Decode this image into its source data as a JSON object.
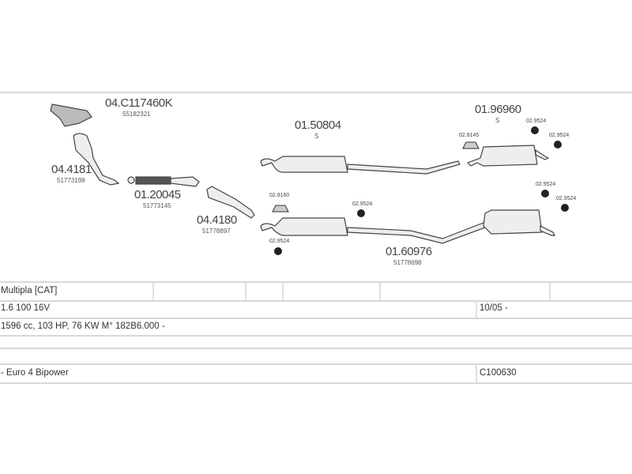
{
  "parts": {
    "manifold": {
      "code": "04.C117460K",
      "oe": "55182321"
    },
    "front_pipe": {
      "code": "04.4181",
      "oe": "51773199"
    },
    "flex_pipe": {
      "code": "01.20045",
      "oe": "51773145"
    },
    "catalyst": {
      "code": "04.4180",
      "oe": "51778897"
    },
    "center_silencer": {
      "code": "01.50804",
      "oe": "S"
    },
    "rear_silencer": {
      "code": "01.96960",
      "oe": "S"
    },
    "full_rear": {
      "code": "01.60976",
      "oe": "51778698"
    }
  },
  "fittings": {
    "clamp_8145": "02.8145",
    "clamp_8160": "02.8160",
    "mount": "02.9524"
  },
  "table": {
    "model": "Multipla  [CAT]",
    "engine": "1.6 100 16V",
    "date": "10/05 -",
    "specs": "1596 cc, 103 HP, 76 KW M° 182B6.000 -",
    "variant": "- Euro 4  Bipower",
    "kit_code": "C100630"
  }
}
